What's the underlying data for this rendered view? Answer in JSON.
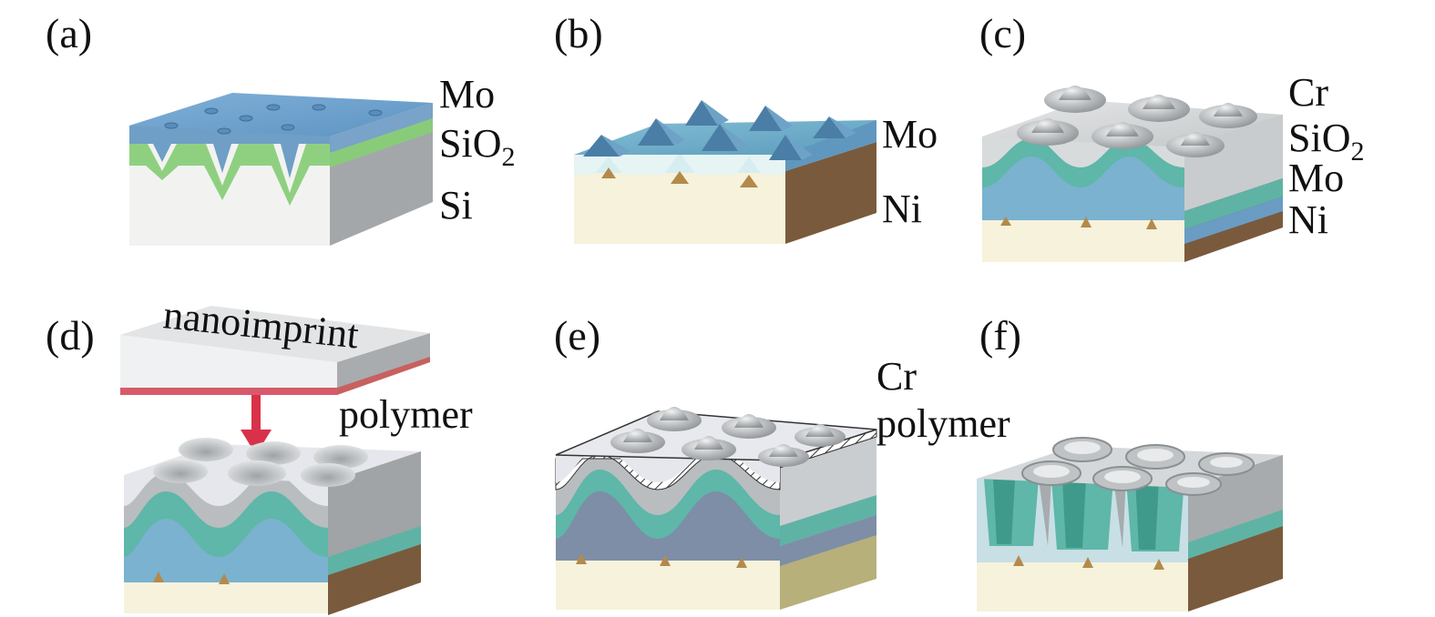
{
  "panels": [
    {
      "id": "a",
      "letter": "(a)",
      "layers": [
        "Mo",
        "SiO",
        "Si"
      ],
      "subscript": "2"
    },
    {
      "id": "b",
      "letter": "(b)",
      "layers": [
        "Mo",
        "Ni"
      ]
    },
    {
      "id": "c",
      "letter": "(c)",
      "layers": [
        "Cr",
        "SiO",
        "Mo",
        "Ni"
      ],
      "subscript": "2"
    },
    {
      "id": "d",
      "letter": "(d)",
      "stamp_label": "nanoimprint",
      "layers": [
        "polymer"
      ]
    },
    {
      "id": "e",
      "letter": "(e)",
      "layers": [
        "Cr",
        "polymer"
      ]
    },
    {
      "id": "f",
      "letter": "(f)",
      "layers": []
    }
  ],
  "colors": {
    "mo": "#6f9fc6",
    "mo_top": "#8ab4d6",
    "sio2": "#8fd080",
    "si_front": "#f2f3f1",
    "si_side": "#a6a9ab",
    "ni_front": "#f6f2dc",
    "ni_side": "#7a5a3c",
    "teal": "#5eb7a8",
    "gray": "#bfc3c5",
    "cr": "#d2d5d7",
    "polymer": "#d85a6a",
    "arrow": "#d8324a"
  }
}
